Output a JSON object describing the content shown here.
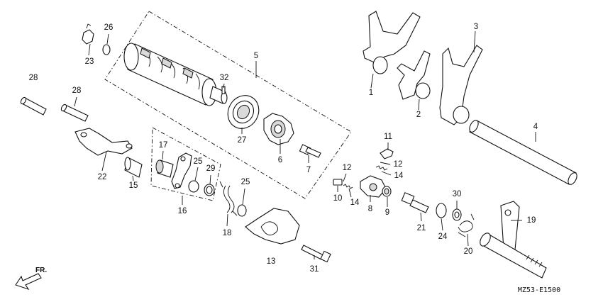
{
  "diagram": {
    "code": "MZ53-E1500",
    "direction_label": "FR.",
    "callouts": [
      "1",
      "2",
      "3",
      "4",
      "5",
      "6",
      "7",
      "8",
      "9",
      "10",
      "11",
      "12",
      "12",
      "13",
      "14",
      "14",
      "15",
      "16",
      "17",
      "18",
      "19",
      "20",
      "21",
      "22",
      "23",
      "24",
      "25",
      "25",
      "26",
      "27",
      "28",
      "28",
      "29",
      "30",
      "31",
      "32"
    ]
  }
}
